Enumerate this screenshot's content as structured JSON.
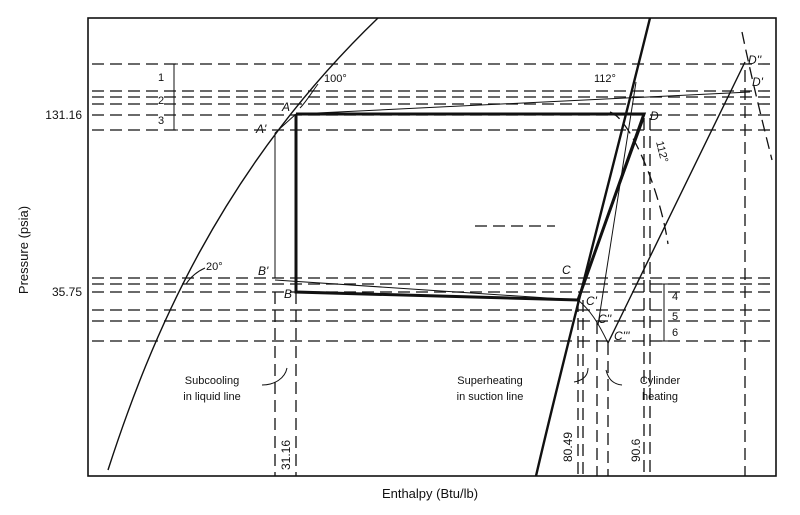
{
  "axes": {
    "x_label": "Enthalpy (Btu/lb)",
    "y_label": "Pressure (psia)",
    "y_ticks": [
      "131.16",
      "35.75"
    ],
    "x_ticks": [
      "31.16",
      "80.49",
      "90.6"
    ]
  },
  "points": {
    "A": "A",
    "A_prime": "A'",
    "B": "B",
    "B_prime": "B'",
    "C": "C",
    "C_prime": "C'",
    "C_dprime": "C''",
    "C_tprime": "C'''",
    "D": "D",
    "D_prime": "D'",
    "D_dprime": "D''"
  },
  "temperatures": {
    "t100": "100°",
    "t20": "20°",
    "t112_top": "112°",
    "t112_side": "112°"
  },
  "numbered_bands": [
    "1",
    "2",
    "3",
    "4",
    "5",
    "6"
  ],
  "annotations": {
    "subcooling_1": "Subcooling",
    "subcooling_2": "in liquid line",
    "superheating_1": "Superheating",
    "superheating_2": "in suction line",
    "cylinder_1": "Cylinder",
    "cylinder_2": "heating"
  },
  "colors": {
    "ink": "#111111",
    "paper": "#ffffff"
  }
}
